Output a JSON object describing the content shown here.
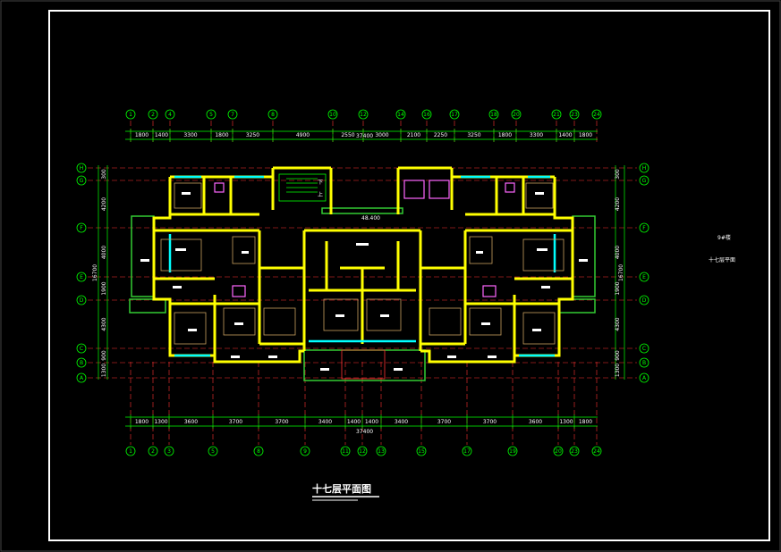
{
  "drawing": {
    "title": "十七层平面图",
    "side_label": "十七层平面",
    "side_note": "9#楼",
    "elevation": "48.400",
    "total_top": "37400",
    "total_bottom": "37400",
    "total_left": "16700",
    "total_right": "16700",
    "stair_up": "上",
    "stair_down": "下"
  },
  "axes_top": [
    "1",
    "2",
    "4",
    "5",
    "7",
    "8",
    "10",
    "12",
    "14",
    "16",
    "17",
    "18",
    "20",
    "21",
    "23",
    "24"
  ],
  "axes_bottom": [
    "1",
    "2",
    "3",
    "5",
    "8",
    "9",
    "11",
    "12",
    "13",
    "15",
    "17",
    "19",
    "20",
    "23",
    "24"
  ],
  "axes_left": [
    "H",
    "G",
    "F",
    "E",
    "D",
    "C",
    "B",
    "A"
  ],
  "axes_right": [
    "H",
    "G",
    "F",
    "E",
    "D",
    "C",
    "B",
    "A"
  ],
  "dims_top": [
    "1800",
    "1400",
    "3300",
    "1800",
    "3250",
    "4900",
    "2550",
    "3000",
    "2100",
    "2250",
    "3250",
    "1800",
    "3300",
    "1400",
    "1800"
  ],
  "dims_bottom": [
    "1800",
    "1300",
    "3600",
    "3700",
    "3700",
    "3400",
    "1400",
    "1400",
    "3400",
    "3700",
    "3700",
    "3600",
    "1300",
    "1800"
  ],
  "dims_left": [
    "300",
    "4200",
    "4000",
    "1900",
    "4300",
    "900",
    "1300"
  ],
  "dims_right": [
    "300",
    "4200",
    "4000",
    "1900",
    "4300",
    "900",
    "1300"
  ],
  "colors": {
    "background": "#000000",
    "frame": "#ffffff",
    "wall": "#ffff00",
    "axis": "#ff3333",
    "dimension": "#00ff00",
    "window": "#00ffff",
    "furniture": "#ff66ff",
    "balcony": "#33cc33"
  }
}
